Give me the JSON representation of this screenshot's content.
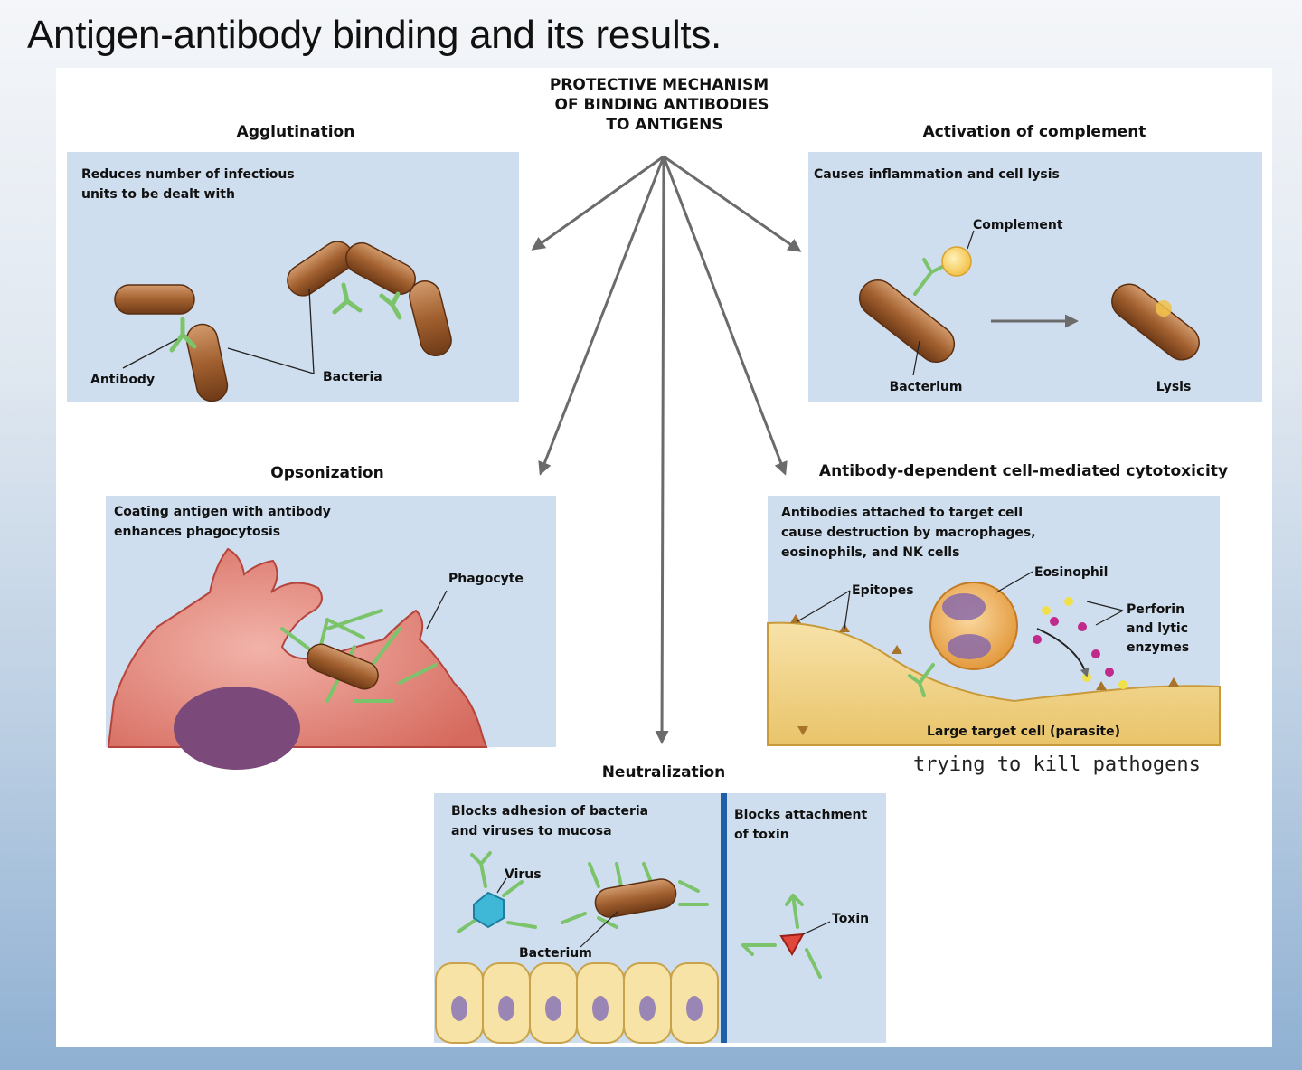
{
  "slide_title": "Antigen-antibody binding and its results.",
  "center_heading": [
    "PROTECTIVE MECHANISM",
    "OF BINDING ANTIBODIES",
    "TO ANTIGENS"
  ],
  "agglutination": {
    "heading": "Agglutination",
    "description": [
      "Reduces number of infectious",
      "units to be dealt with"
    ],
    "label_antibody": "Antibody",
    "label_bacteria": "Bacteria"
  },
  "complement": {
    "heading": "Activation of complement",
    "description": "Causes inflammation and cell lysis",
    "label_complement": "Complement",
    "label_bacterium": "Bacterium",
    "label_lysis": "Lysis"
  },
  "opsonization": {
    "heading": "Opsonization",
    "description": [
      "Coating antigen with antibody",
      "enhances phagocytosis"
    ],
    "label_phagocyte": "Phagocyte"
  },
  "adcc": {
    "heading": "Antibody-dependent cell-mediated cytotoxicity",
    "description": [
      "Antibodies attached to target cell",
      "cause destruction by macrophages,",
      "eosinophils, and NK cells"
    ],
    "label_epitopes": "Epitopes",
    "label_eosinophil": "Eosinophil",
    "label_perforin": [
      "Perforin",
      "and lytic",
      "enzymes"
    ],
    "label_target": "Large target cell (parasite)"
  },
  "handwritten_note": "trying to kill pathogens",
  "neutralization": {
    "heading": "Neutralization",
    "left_description": [
      "Blocks adhesion of bacteria",
      "and viruses to mucosa"
    ],
    "right_description": [
      "Blocks attachment",
      "of toxin"
    ],
    "label_virus": "Virus",
    "label_bacterium": "Bacterium",
    "label_toxin": "Toxin"
  },
  "colors": {
    "panel_bg": "#cfdeee",
    "bacteria": "#9a5a2e",
    "antibody": "#7cc46b",
    "phagocyte": "#d9776c",
    "eosinophil": "#e9a44a",
    "target_cell": "#f2d48a",
    "divider": "#1e5fa8",
    "arrow": "#6b6b6b"
  }
}
